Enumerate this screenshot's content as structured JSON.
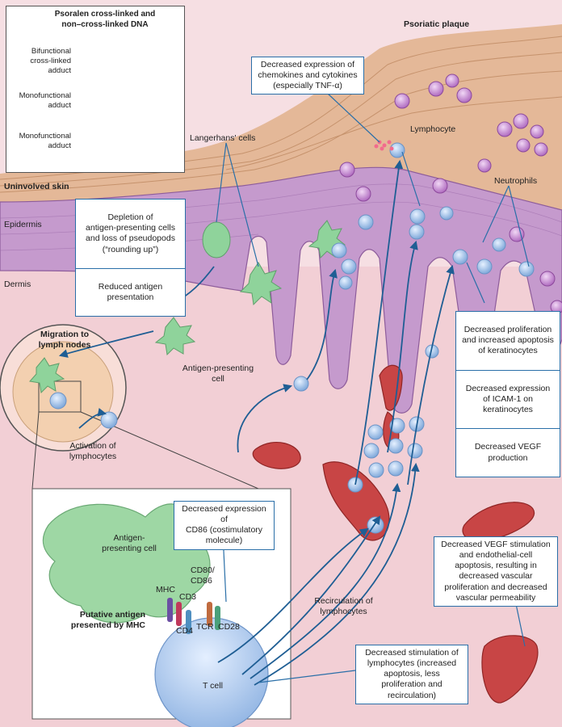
{
  "dna_panel": {
    "title": "Psoralen cross-linked and\nnon–cross-linked DNA",
    "labels": [
      "Bifunctional\ncross-linked\nadduct",
      "Monofunctional\nadduct",
      "Monofunctional\nadduct"
    ]
  },
  "region_labels": {
    "psoriatic_plaque": "Psoriatic plaque",
    "uninvolved_skin": "Uninvolved skin",
    "epidermis": "Epidermis",
    "dermis": "Dermis",
    "langerhans": "Langerhans' cells",
    "lymphocyte": "Lymphocyte",
    "neutrophils": "Neutrophils",
    "apc": "Antigen-presenting\ncell",
    "migration": "Migration to\nlymph nodes",
    "activation": "Activation of\nlymphocytes",
    "recirculation": "Recirculation of\nlymphocytes"
  },
  "callouts": {
    "chemokines": "Decreased expression of\nchemokines and cytokines\n(especially TNF-α)",
    "depletion": "Depletion of\nantigen-presenting cells\nand loss of pseudopods\n(“rounding up”)",
    "reduced_antigen": "Reduced antigen\npresentation",
    "keratinocytes_1": "Decreased proliferation\nand increased apoptosis\nof keratinocytes",
    "keratinocytes_2": "Decreased expression\nof ICAM-1 on\nkeratinocytes",
    "keratinocytes_3": "Decreased VEGF\nproduction",
    "vegf": "Decreased VEGF stimulation\nand endothelial-cell\napoptosis, resulting in\ndecreased vascular\nproliferation and decreased\nvascular permeability",
    "cd86": "Decreased expression of\nCD86 (costimulatory\nmolecule)",
    "lymph_stim": "Decreased stimulation of\nlymphocytes (increased\napoptosis, less\nproliferation and\nrecirculation)"
  },
  "inset": {
    "apc": "Antigen-\npresenting cell",
    "cd80": "CD80/\nCD86",
    "mhc": "MHC",
    "cd3": "CD3",
    "tcr": "TCR",
    "cd28": "CD28",
    "cd4": "CD4",
    "antigen": "Putative antigen\npresented by MHC",
    "tcell": "T cell"
  },
  "colors": {
    "background": "#f6dfe3",
    "dermis": "#f2c9cf",
    "epidermis": "#b98fc2",
    "stratum_corneum": "#d9a57c",
    "callout_border": "#2a6fa8",
    "apc_green": "#8fd39b",
    "lymphocyte_blue": "#a9c9ee",
    "neutrophil_purple": "#b872c7",
    "vessel_red": "#c23a3a"
  }
}
